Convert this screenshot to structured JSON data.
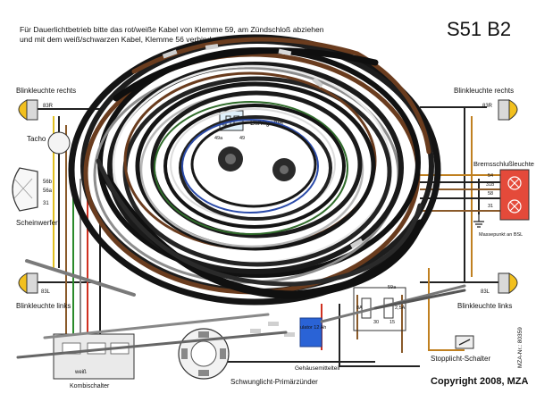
{
  "header": {
    "note_line1": "Für Dauerlichtbetrieb bitte das rot/weiße Kabel von Klemme 59, am Zündschloß abziehen",
    "note_line2": "und mit dem weiß/schwarzen Kabel, Klemme 56 verbinden",
    "model": "S51 B2"
  },
  "components": {
    "indicator_front_right": "Blinkleuchte rechts",
    "indicator_rear_right": "Blinkleuchte rechts",
    "indicator_front_left": "Blinkleuchte links",
    "indicator_rear_left": "Blinkleuchte links",
    "speedometer": "Tacho",
    "headlight": "Scheinwerfer",
    "flasher_relay": "Blinkgeber",
    "brake_tail_light": "Bremsschlußleuchte",
    "ground_point": "Massepunkt an BSL",
    "combination_switch": "Kombischalter",
    "ignition_generator": "Schwunglicht-Primärzünder",
    "battery": "ulator 12 Ah",
    "frame_ground": "Gehäusemittelteil",
    "brake_light_switch": "Stopplicht-Schalter"
  },
  "terminals": {
    "ind_fr": "83R",
    "ind_rr": "83R",
    "ind_fl": "83L",
    "ind_rl": "83L",
    "flasher_49a": "49a",
    "flasher_49": "49",
    "bsl_54": "54",
    "bsl_31b": "31b",
    "bsl_58": "58",
    "bsl_31": "31",
    "hl_56b": "56b",
    "hl_56a": "56a",
    "hl_31": "31",
    "fuse_59a": "59a",
    "fuse_8a": "8A",
    "fuse_25a": "2,5A",
    "fuse_30": "30",
    "fuse_15": "15",
    "kombi_weiss": "weiß"
  },
  "footer": {
    "copyright": "Copyright 2008, MZA",
    "article_no": "MZA-Nr.: 80359"
  },
  "colors": {
    "bg": "#ffffff",
    "lamp_yellow": "#f2c01e",
    "brake_red": "#e44a3a",
    "wire_black": "#141414",
    "wire_brown": "#6a3c1e",
    "wire_grey": "#8d8d8d",
    "wire_white": "#eaeaea",
    "battery_blue": "#2a63d6"
  }
}
